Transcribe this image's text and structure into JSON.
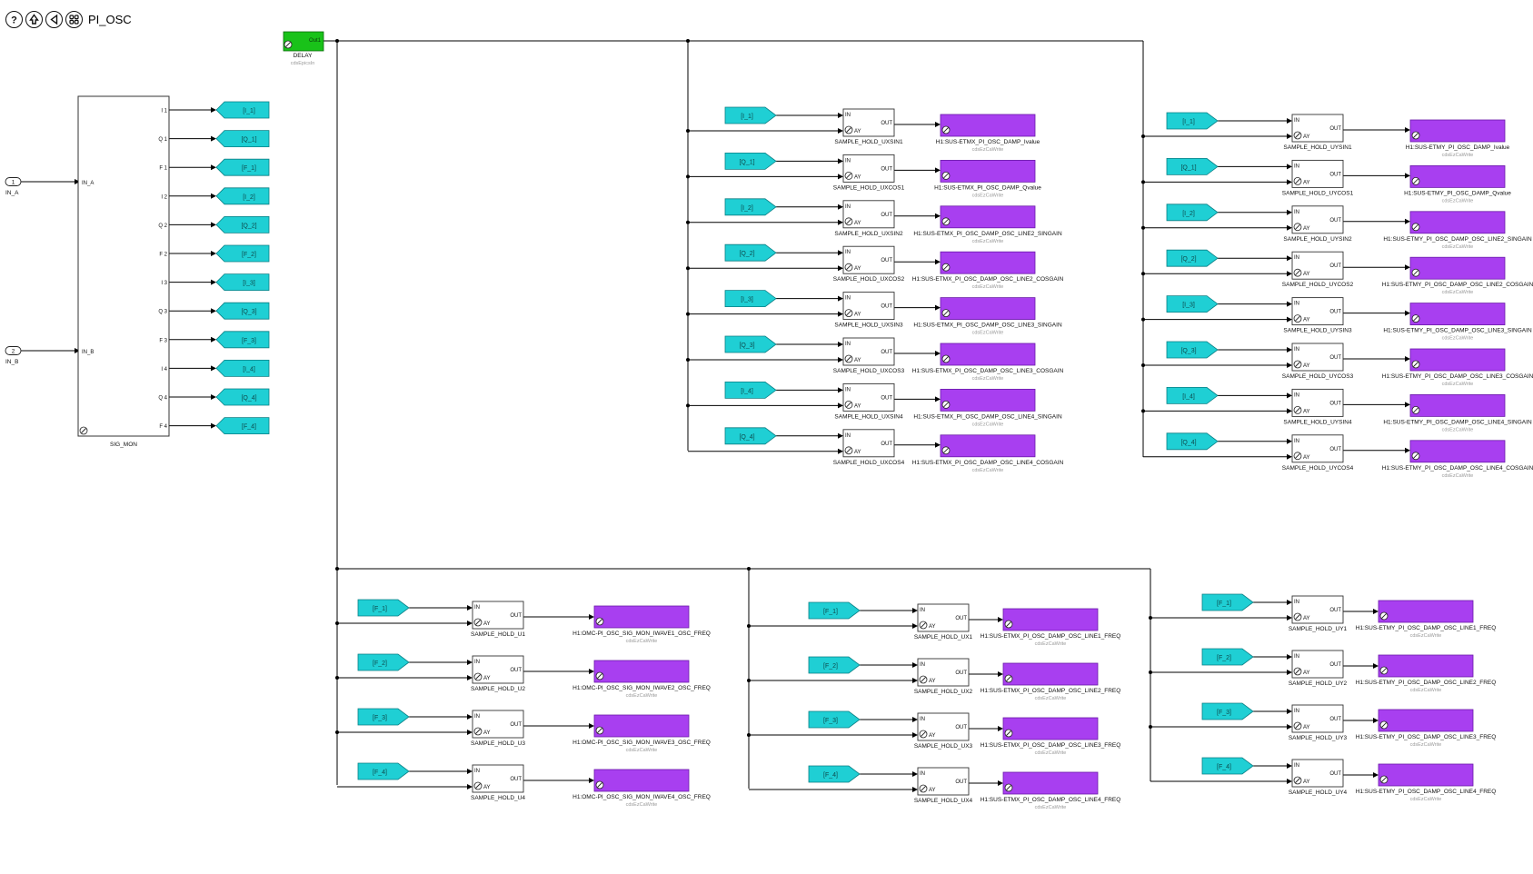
{
  "title": "PI_OSC",
  "toolbar": {
    "buttons": [
      {
        "name": "help-icon",
        "glyph": "?"
      },
      {
        "name": "up-level-icon",
        "glyph": "up"
      },
      {
        "name": "back-icon",
        "glyph": "back"
      },
      {
        "name": "library-grid-icon",
        "glyph": "grid"
      }
    ]
  },
  "colors": {
    "tag": "#1fcfd4",
    "epics": "#a83ff0",
    "delay": "#19c219",
    "line": "#000000"
  },
  "inports": [
    {
      "num": "1",
      "label": "IN_A"
    },
    {
      "num": "2",
      "label": "IN_B"
    }
  ],
  "sigmon": {
    "name": "SIG_MON",
    "inputs": [
      "IN_A",
      "IN_B"
    ],
    "outputs": [
      "I 1",
      "Q 1",
      "F 1",
      "I 2",
      "Q 2",
      "F 2",
      "I 3",
      "Q 3",
      "F 3",
      "I 4",
      "Q 4",
      "F 4"
    ],
    "goto_tags": [
      "[I_1]",
      "[Q_1]",
      "[F_1]",
      "[I_2]",
      "[Q_2]",
      "[F_2]",
      "[I_3]",
      "[Q_3]",
      "[F_3]",
      "[I_4]",
      "[Q_4]",
      "[F_4]"
    ]
  },
  "delay": {
    "label": "DELAY",
    "sub": "cdsEpicsIn",
    "port": "Out1"
  },
  "sh_ports": {
    "in": "IN",
    "ay": "AY",
    "out": "OUT"
  },
  "groups": [
    {
      "rows": [
        {
          "tag": "[I_1]",
          "sh": "SAMPLE_HOLD_UXSIN1",
          "epics": "H1:SUS-ETMX_PI_OSC_DAMP_Ivalue",
          "sub": "cdsEzCaWrite"
        },
        {
          "tag": "[Q_1]",
          "sh": "SAMPLE_HOLD_UXCOS1",
          "epics": "H1:SUS-ETMX_PI_OSC_DAMP_Qvalue",
          "sub": "cdsEzCaWrite"
        },
        {
          "tag": "[I_2]",
          "sh": "SAMPLE_HOLD_UXSIN2",
          "epics": "H1:SUS-ETMX_PI_OSC_DAMP_OSC_LINE2_SINGAIN",
          "sub": "cdsEzCaWrite"
        },
        {
          "tag": "[Q_2]",
          "sh": "SAMPLE_HOLD_UXCOS2",
          "epics": "H1:SUS-ETMX_PI_OSC_DAMP_OSC_LINE2_COSGAIN",
          "sub": "cdsEzCaWrite"
        },
        {
          "tag": "[I_3]",
          "sh": "SAMPLE_HOLD_UXSIN3",
          "epics": "H1:SUS-ETMX_PI_OSC_DAMP_OSC_LINE3_SINGAIN",
          "sub": "cdsEzCaWrite"
        },
        {
          "tag": "[Q_3]",
          "sh": "SAMPLE_HOLD_UXCOS3",
          "epics": "H1:SUS-ETMX_PI_OSC_DAMP_OSC_LINE3_COSGAIN",
          "sub": "cdsEzCaWrite"
        },
        {
          "tag": "[I_4]",
          "sh": "SAMPLE_HOLD_UXSIN4",
          "epics": "H1:SUS-ETMX_PI_OSC_DAMP_OSC_LINE4_SINGAIN",
          "sub": "cdsEzCaWrite"
        },
        {
          "tag": "[Q_4]",
          "sh": "SAMPLE_HOLD_UXCOS4",
          "epics": "H1:SUS-ETMX_PI_OSC_DAMP_OSC_LINE4_COSGAIN",
          "sub": "cdsEzCaWrite"
        }
      ]
    },
    {
      "rows": [
        {
          "tag": "[I_1]",
          "sh": "SAMPLE_HOLD_UYSIN1",
          "epics": "H1:SUS-ETMY_PI_OSC_DAMP_Ivalue",
          "sub": "cdsEzCaWrite"
        },
        {
          "tag": "[Q_1]",
          "sh": "SAMPLE_HOLD_UYCOS1",
          "epics": "H1:SUS-ETMY_PI_OSC_DAMP_Qvalue",
          "sub": "cdsEzCaWrite"
        },
        {
          "tag": "[I_2]",
          "sh": "SAMPLE_HOLD_UYSIN2",
          "epics": "H1:SUS-ETMY_PI_OSC_DAMP_OSC_LINE2_SINGAIN",
          "sub": "cdsEzCaWrite"
        },
        {
          "tag": "[Q_2]",
          "sh": "SAMPLE_HOLD_UYCOS2",
          "epics": "H1:SUS-ETMY_PI_OSC_DAMP_OSC_LINE2_COSGAIN",
          "sub": "cdsEzCaWrite"
        },
        {
          "tag": "[I_3]",
          "sh": "SAMPLE_HOLD_UYSIN3",
          "epics": "H1:SUS-ETMY_PI_OSC_DAMP_OSC_LINE3_SINGAIN",
          "sub": "cdsEzCaWrite"
        },
        {
          "tag": "[Q_3]",
          "sh": "SAMPLE_HOLD_UYCOS3",
          "epics": "H1:SUS-ETMY_PI_OSC_DAMP_OSC_LINE3_COSGAIN",
          "sub": "cdsEzCaWrite"
        },
        {
          "tag": "[I_4]",
          "sh": "SAMPLE_HOLD_UYSIN4",
          "epics": "H1:SUS-ETMY_PI_OSC_DAMP_OSC_LINE4_SINGAIN",
          "sub": "cdsEzCaWrite"
        },
        {
          "tag": "[Q_4]",
          "sh": "SAMPLE_HOLD_UYCOS4",
          "epics": "H1:SUS-ETMY_PI_OSC_DAMP_OSC_LINE4_COSGAIN",
          "sub": "cdsEzCaWrite"
        }
      ]
    },
    {
      "rows": [
        {
          "tag": "[F_1]",
          "sh": "SAMPLE_HOLD_U1",
          "epics": "H1:OMC-PI_OSC_SIG_MON_IWAVE1_OSC_FREQ",
          "sub": "cdsEzCaWrite"
        },
        {
          "tag": "[F_2]",
          "sh": "SAMPLE_HOLD_U2",
          "epics": "H1:OMC-PI_OSC_SIG_MON_IWAVE2_OSC_FREQ",
          "sub": "cdsEzCaWrite"
        },
        {
          "tag": "[F_3]",
          "sh": "SAMPLE_HOLD_U3",
          "epics": "H1:OMC-PI_OSC_SIG_MON_IWAVE3_OSC_FREQ",
          "sub": "cdsEzCaWrite"
        },
        {
          "tag": "[F_4]",
          "sh": "SAMPLE_HOLD_U4",
          "epics": "H1:OMC-PI_OSC_SIG_MON_IWAVE4_OSC_FREQ",
          "sub": "cdsEzCaWrite"
        }
      ]
    },
    {
      "rows": [
        {
          "tag": "[F_1]",
          "sh": "SAMPLE_HOLD_UX1",
          "epics": "H1:SUS-ETMX_PI_OSC_DAMP_OSC_LINE1_FREQ",
          "sub": "cdsEzCaWrite"
        },
        {
          "tag": "[F_2]",
          "sh": "SAMPLE_HOLD_UX2",
          "epics": "H1:SUS-ETMX_PI_OSC_DAMP_OSC_LINE2_FREQ",
          "sub": "cdsEzCaWrite"
        },
        {
          "tag": "[F_3]",
          "sh": "SAMPLE_HOLD_UX3",
          "epics": "H1:SUS-ETMX_PI_OSC_DAMP_OSC_LINE3_FREQ",
          "sub": "cdsEzCaWrite"
        },
        {
          "tag": "[F_4]",
          "sh": "SAMPLE_HOLD_UX4",
          "epics": "H1:SUS-ETMX_PI_OSC_DAMP_OSC_LINE4_FREQ",
          "sub": "cdsEzCaWrite"
        }
      ]
    },
    {
      "rows": [
        {
          "tag": "[F_1]",
          "sh": "SAMPLE_HOLD_UY1",
          "epics": "H1:SUS-ETMY_PI_OSC_DAMP_OSC_LINE1_FREQ",
          "sub": "cdsEzCaWrite"
        },
        {
          "tag": "[F_2]",
          "sh": "SAMPLE_HOLD_UY2",
          "epics": "H1:SUS-ETMY_PI_OSC_DAMP_OSC_LINE2_FREQ",
          "sub": "cdsEzCaWrite"
        },
        {
          "tag": "[F_3]",
          "sh": "SAMPLE_HOLD_UY3",
          "epics": "H1:SUS-ETMY_PI_OSC_DAMP_OSC_LINE3_FREQ",
          "sub": "cdsEzCaWrite"
        },
        {
          "tag": "[F_4]",
          "sh": "SAMPLE_HOLD_UY4",
          "epics": "H1:SUS-ETMY_PI_OSC_DAMP_OSC_LINE4_FREQ",
          "sub": "cdsEzCaWrite"
        }
      ]
    }
  ]
}
